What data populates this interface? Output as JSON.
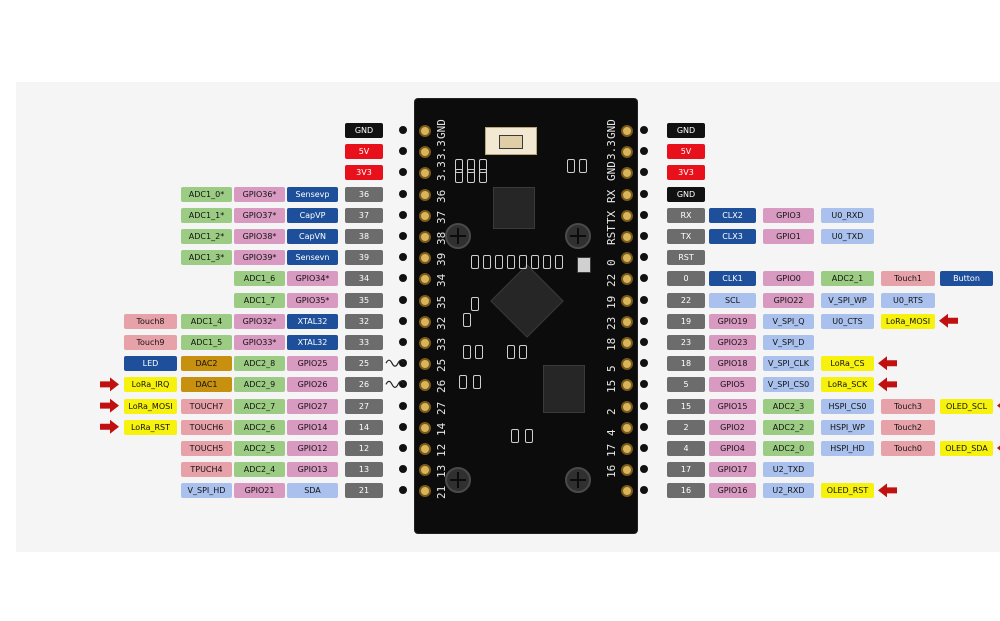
{
  "colors": {
    "power_black": "#111111",
    "power_red": "#e8101b",
    "gpio_pink": "#d89ac0",
    "adc_green": "#9ccc84",
    "pin_num_gray": "#6c6c6c",
    "func_blue_dark": "#1e4f9a",
    "func_blue_light": "#a9c1ec",
    "touch_pink": "#e6a2a8",
    "lora_yellow": "#f7f20d",
    "dac_gold": "#c7900e",
    "arrow_red": "#c01010"
  },
  "left_rows": [
    {
      "row": 0,
      "cells": [
        {
          "t": "GND",
          "c": "black"
        }
      ]
    },
    {
      "row": 1,
      "cells": [
        {
          "t": "5V",
          "c": "red"
        }
      ]
    },
    {
      "row": 2,
      "cells": [
        {
          "t": "3V3",
          "c": "red"
        }
      ]
    },
    {
      "row": 3,
      "cells": [
        {
          "t": "ADC1_0*",
          "c": "green"
        },
        {
          "t": "GPIO36*",
          "c": "pink"
        },
        {
          "t": "Sensevp",
          "c": "dblue"
        },
        {
          "t": "36",
          "c": "gray"
        }
      ]
    },
    {
      "row": 4,
      "cells": [
        {
          "t": "ADC1_1*",
          "c": "green"
        },
        {
          "t": "GPIO37*",
          "c": "pink"
        },
        {
          "t": "CapVP",
          "c": "dblue"
        },
        {
          "t": "37",
          "c": "gray"
        }
      ]
    },
    {
      "row": 5,
      "cells": [
        {
          "t": "ADC1_2*",
          "c": "green"
        },
        {
          "t": "GPIO38*",
          "c": "pink"
        },
        {
          "t": "CapVN",
          "c": "dblue"
        },
        {
          "t": "38",
          "c": "gray"
        }
      ]
    },
    {
      "row": 6,
      "cells": [
        {
          "t": "ADC1_3*",
          "c": "green"
        },
        {
          "t": "GPIO39*",
          "c": "pink"
        },
        {
          "t": "Sensevn",
          "c": "dblue"
        },
        {
          "t": "39",
          "c": "gray"
        }
      ]
    },
    {
      "row": 7,
      "cells": [
        {
          "t": "ADC1_6",
          "c": "green"
        },
        {
          "t": "GPIO34*",
          "c": "pink"
        },
        {
          "t": "34",
          "c": "gray"
        }
      ]
    },
    {
      "row": 8,
      "cells": [
        {
          "t": "ADC1_7",
          "c": "green"
        },
        {
          "t": "GPIO35*",
          "c": "pink"
        },
        {
          "t": "35",
          "c": "gray"
        }
      ]
    },
    {
      "row": 9,
      "cells": [
        {
          "t": "Touch8",
          "c": "touch"
        },
        {
          "t": "ADC1_4",
          "c": "green"
        },
        {
          "t": "GPIO32*",
          "c": "pink"
        },
        {
          "t": "XTAL32",
          "c": "dblue"
        },
        {
          "t": "32",
          "c": "gray"
        }
      ]
    },
    {
      "row": 10,
      "cells": [
        {
          "t": "Touch9",
          "c": "touch"
        },
        {
          "t": "ADC1_5",
          "c": "green"
        },
        {
          "t": "GPIO33*",
          "c": "pink"
        },
        {
          "t": "XTAL32",
          "c": "dblue"
        },
        {
          "t": "33",
          "c": "gray"
        }
      ]
    },
    {
      "row": 11,
      "cells": [
        {
          "t": "LED",
          "c": "dblue"
        },
        {
          "t": "DAC2",
          "c": "gold"
        },
        {
          "t": "ADC2_8",
          "c": "green"
        },
        {
          "t": "GPIO25",
          "c": "pink"
        },
        {
          "t": "25",
          "c": "gray"
        }
      ],
      "wave": true
    },
    {
      "row": 12,
      "cells": [
        {
          "t": "LoRa_IRQ",
          "c": "yellow"
        },
        {
          "t": "DAC1",
          "c": "gold"
        },
        {
          "t": "ADC2_9",
          "c": "green"
        },
        {
          "t": "GPIO26",
          "c": "pink"
        },
        {
          "t": "26",
          "c": "gray"
        }
      ],
      "wave": true,
      "arrow": true
    },
    {
      "row": 13,
      "cells": [
        {
          "t": "LoRa_MOSI",
          "c": "yellow"
        },
        {
          "t": "TOUCH7",
          "c": "touch"
        },
        {
          "t": "ADC2_7",
          "c": "green"
        },
        {
          "t": "GPIO27",
          "c": "pink"
        },
        {
          "t": "27",
          "c": "gray"
        }
      ],
      "arrow": true
    },
    {
      "row": 14,
      "cells": [
        {
          "t": "LoRa_RST",
          "c": "yellow"
        },
        {
          "t": "TOUCH6",
          "c": "touch"
        },
        {
          "t": "ADC2_6",
          "c": "green"
        },
        {
          "t": "GPIO14",
          "c": "pink"
        },
        {
          "t": "14",
          "c": "gray"
        }
      ],
      "arrow": true
    },
    {
      "row": 15,
      "cells": [
        {
          "t": "TOUCH5",
          "c": "touch"
        },
        {
          "t": "ADC2_5",
          "c": "green"
        },
        {
          "t": "GPIO12",
          "c": "pink"
        },
        {
          "t": "12",
          "c": "gray"
        }
      ]
    },
    {
      "row": 16,
      "cells": [
        {
          "t": "TPUCH4",
          "c": "touch"
        },
        {
          "t": "ADC2_4",
          "c": "green"
        },
        {
          "t": "GPIO13",
          "c": "pink"
        },
        {
          "t": "13",
          "c": "gray"
        }
      ]
    },
    {
      "row": 17,
      "cells": [
        {
          "t": "V_SPI_HD",
          "c": "lblue"
        },
        {
          "t": "GPIO21",
          "c": "pink"
        },
        {
          "t": "SDA",
          "c": "lblue"
        },
        {
          "t": "21",
          "c": "gray"
        }
      ]
    }
  ],
  "right_rows": [
    {
      "row": 0,
      "cells": [
        {
          "t": "GND",
          "c": "black"
        }
      ]
    },
    {
      "row": 1,
      "cells": [
        {
          "t": "5V",
          "c": "red"
        }
      ]
    },
    {
      "row": 2,
      "cells": [
        {
          "t": "3V3",
          "c": "red"
        }
      ]
    },
    {
      "row": 3,
      "cells": [
        {
          "t": "GND",
          "c": "black"
        }
      ]
    },
    {
      "row": 4,
      "cells": [
        {
          "t": "RX",
          "c": "gray"
        },
        {
          "t": "CLX2",
          "c": "dblue"
        },
        {
          "t": "GPIO3",
          "c": "pink"
        },
        {
          "t": "U0_RXD",
          "c": "lblue"
        }
      ]
    },
    {
      "row": 5,
      "cells": [
        {
          "t": "TX",
          "c": "gray"
        },
        {
          "t": "CLX3",
          "c": "dblue"
        },
        {
          "t": "GPIO1",
          "c": "pink"
        },
        {
          "t": "U0_TXD",
          "c": "lblue"
        }
      ]
    },
    {
      "row": 6,
      "cells": [
        {
          "t": "RST",
          "c": "gray"
        }
      ]
    },
    {
      "row": 7,
      "cells": [
        {
          "t": "0",
          "c": "gray"
        },
        {
          "t": "CLK1",
          "c": "dblue"
        },
        {
          "t": "GPIO0",
          "c": "pink"
        },
        {
          "t": "ADC2_1",
          "c": "green"
        },
        {
          "t": "Touch1",
          "c": "touch"
        },
        {
          "t": "Button",
          "c": "dblue"
        }
      ]
    },
    {
      "row": 8,
      "cells": [
        {
          "t": "22",
          "c": "gray"
        },
        {
          "t": "SCL",
          "c": "lblue"
        },
        {
          "t": "GPIO22",
          "c": "pink"
        },
        {
          "t": "V_SPI_WP",
          "c": "lblue"
        },
        {
          "t": "U0_RTS",
          "c": "lblue"
        }
      ]
    },
    {
      "row": 9,
      "cells": [
        {
          "t": "19",
          "c": "gray"
        },
        {
          "t": "GPIO19",
          "c": "pink"
        },
        {
          "t": "V_SPI_Q",
          "c": "lblue"
        },
        {
          "t": "U0_CTS",
          "c": "lblue"
        },
        {
          "t": "LoRa_MOSI",
          "c": "yellow"
        }
      ],
      "arrow": true
    },
    {
      "row": 10,
      "cells": [
        {
          "t": "23",
          "c": "gray"
        },
        {
          "t": "GPIO23",
          "c": "pink"
        },
        {
          "t": "V_SPI_D",
          "c": "lblue"
        }
      ]
    },
    {
      "row": 11,
      "cells": [
        {
          "t": "18",
          "c": "gray"
        },
        {
          "t": "GPIO18",
          "c": "pink"
        },
        {
          "t": "V_SPI_CLK",
          "c": "lblue"
        },
        {
          "t": "LoRa_CS",
          "c": "yellow"
        }
      ],
      "arrow": true
    },
    {
      "row": 12,
      "cells": [
        {
          "t": "5",
          "c": "gray"
        },
        {
          "t": "GPIO5",
          "c": "pink"
        },
        {
          "t": "V_SPI_CS0",
          "c": "lblue"
        },
        {
          "t": "LoRa_SCK",
          "c": "yellow"
        }
      ],
      "arrow": true
    },
    {
      "row": 13,
      "cells": [
        {
          "t": "15",
          "c": "gray"
        },
        {
          "t": "GPIO15",
          "c": "pink"
        },
        {
          "t": "ADC2_3",
          "c": "green"
        },
        {
          "t": "HSPI_CS0",
          "c": "lblue"
        },
        {
          "t": "Touch3",
          "c": "touch"
        },
        {
          "t": "OLED_SCL",
          "c": "yellow"
        }
      ],
      "arrow": true
    },
    {
      "row": 14,
      "cells": [
        {
          "t": "2",
          "c": "gray"
        },
        {
          "t": "GPIO2",
          "c": "pink"
        },
        {
          "t": "ADC2_2",
          "c": "green"
        },
        {
          "t": "HSPI_WP",
          "c": "lblue"
        },
        {
          "t": "Touch2",
          "c": "touch"
        }
      ]
    },
    {
      "row": 15,
      "cells": [
        {
          "t": "4",
          "c": "gray"
        },
        {
          "t": "GPIO4",
          "c": "pink"
        },
        {
          "t": "ADC2_0",
          "c": "green"
        },
        {
          "t": "HSPI_HD",
          "c": "lblue"
        },
        {
          "t": "Touch0",
          "c": "touch"
        },
        {
          "t": "OLED_SDA",
          "c": "yellow"
        }
      ],
      "arrow": true
    },
    {
      "row": 16,
      "cells": [
        {
          "t": "17",
          "c": "gray"
        },
        {
          "t": "GPIO17",
          "c": "pink"
        },
        {
          "t": "U2_TXD",
          "c": "lblue"
        }
      ]
    },
    {
      "row": 17,
      "cells": [
        {
          "t": "16",
          "c": "gray"
        },
        {
          "t": "GPIO16",
          "c": "pink"
        },
        {
          "t": "U2_RXD",
          "c": "lblue"
        },
        {
          "t": "OLED_RST",
          "c": "yellow"
        }
      ],
      "arrow": true
    }
  ],
  "board": {
    "left_silk": [
      "GND",
      "3.3",
      "3.3",
      "36",
      "37",
      "38",
      "39",
      "34",
      "35",
      "32",
      "33",
      "25",
      "26",
      "27",
      "14",
      "12",
      "13",
      "21"
    ],
    "right_silk": [
      "GND",
      "3.3",
      "GND",
      "RX",
      "TX",
      "RST",
      "0",
      "22",
      "19",
      "23",
      "18",
      "5",
      "15",
      "2",
      "4",
      "17",
      "16"
    ]
  }
}
